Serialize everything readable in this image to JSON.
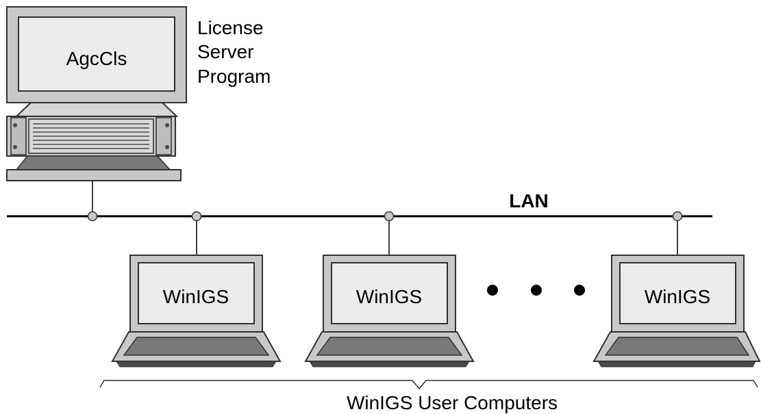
{
  "server": {
    "screen_text": "AgcCls",
    "caption_lines": [
      "License",
      "Server",
      "Program"
    ]
  },
  "network": {
    "label": "LAN"
  },
  "clients": [
    {
      "screen_text": "WinIGS"
    },
    {
      "screen_text": "WinIGS"
    },
    {
      "screen_text": "WinIGS"
    }
  ],
  "ellipsis_dots": 3,
  "group_label": "WinIGS User Computers",
  "colors": {
    "device_fill": "#c8c8c8",
    "screen_fill": "#ececec",
    "keyboard_fill": "#7a7a7a",
    "base_dark": "#4a4a4a",
    "outline": "#303030",
    "line": "#000000"
  }
}
